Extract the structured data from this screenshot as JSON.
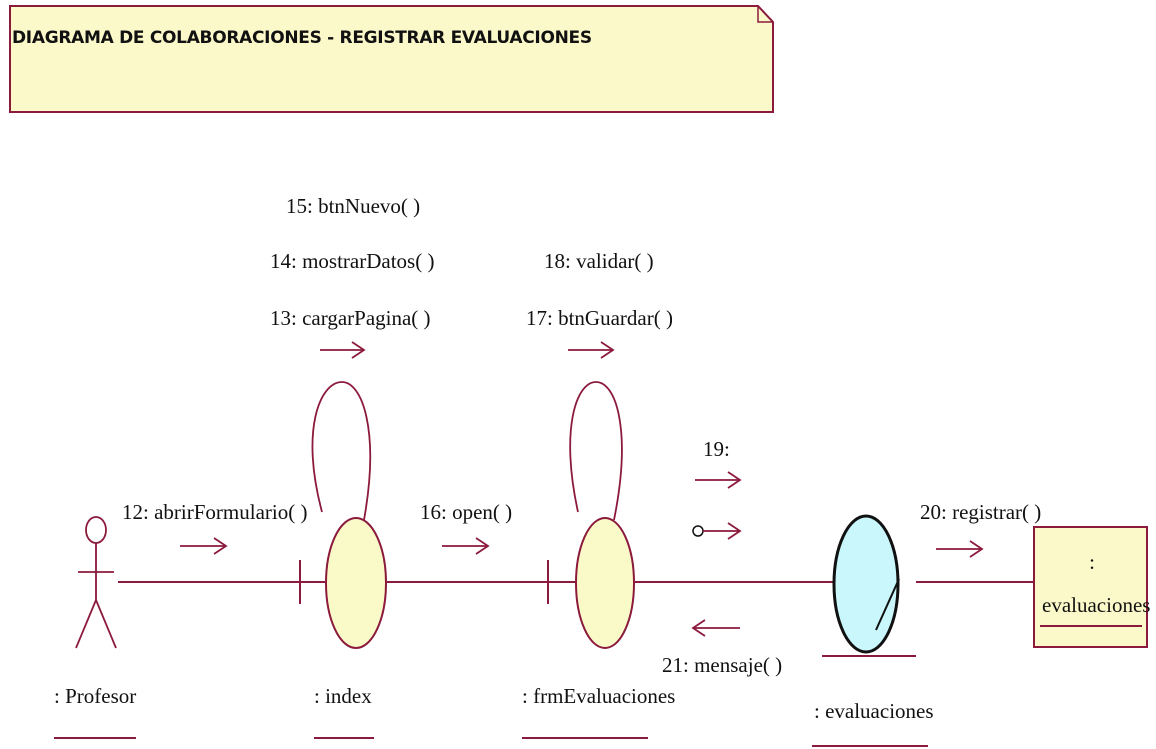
{
  "note": {
    "title": "DIAGRAMA DE COLABORACIONES - REGISTRAR EVALUACIONES"
  },
  "objects": {
    "actor": ": Profesor",
    "index": ": index",
    "form": ": frmEvaluaciones",
    "control": ": evaluaciones",
    "entity_colon": ":",
    "entity_name": "evaluaciones"
  },
  "messages": {
    "m12": "12: abrirFormulario( )",
    "m13": "13: cargarPagina( )",
    "m14": "14: mostrarDatos( )",
    "m15": "15: btnNuevo( )",
    "m16": "16: open( )",
    "m17": "17: btnGuardar( )",
    "m18": "18: validar( )",
    "m19": "19:",
    "m20": "20: registrar( )",
    "m21": "21: mensaje( )"
  },
  "colors": {
    "line": "#8b1a3c",
    "note_fill": "#fbf8c9",
    "boundary_fill": "#fafac8",
    "control_fill": "#c9f7fb"
  }
}
